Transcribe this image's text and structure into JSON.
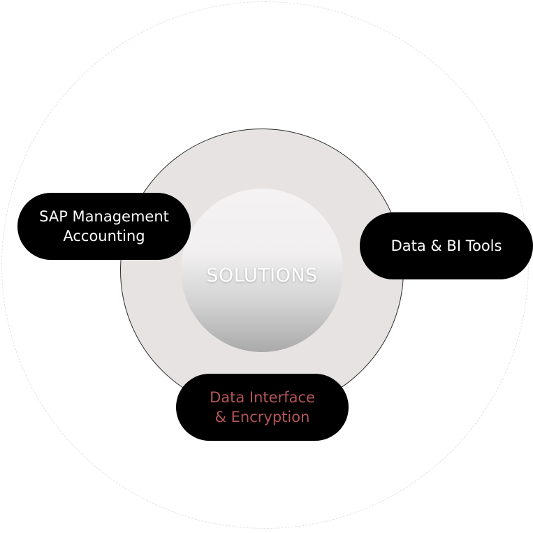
{
  "diagram": {
    "center": {
      "label": "SOLUTIONS"
    },
    "nodes": [
      {
        "id": "sap",
        "lines": [
          "SAP Management",
          "Accounting"
        ]
      },
      {
        "id": "bi",
        "lines": [
          "Data & BI Tools"
        ]
      },
      {
        "id": "data",
        "lines": [
          "Data Interface",
          "& Encryption"
        ],
        "highlighted": true
      }
    ]
  },
  "colors": {
    "pill_bg": "#000000",
    "pill_text": "#ffffff",
    "highlight_text": "#b5555a",
    "ring_fill": "#e8e3e3"
  }
}
